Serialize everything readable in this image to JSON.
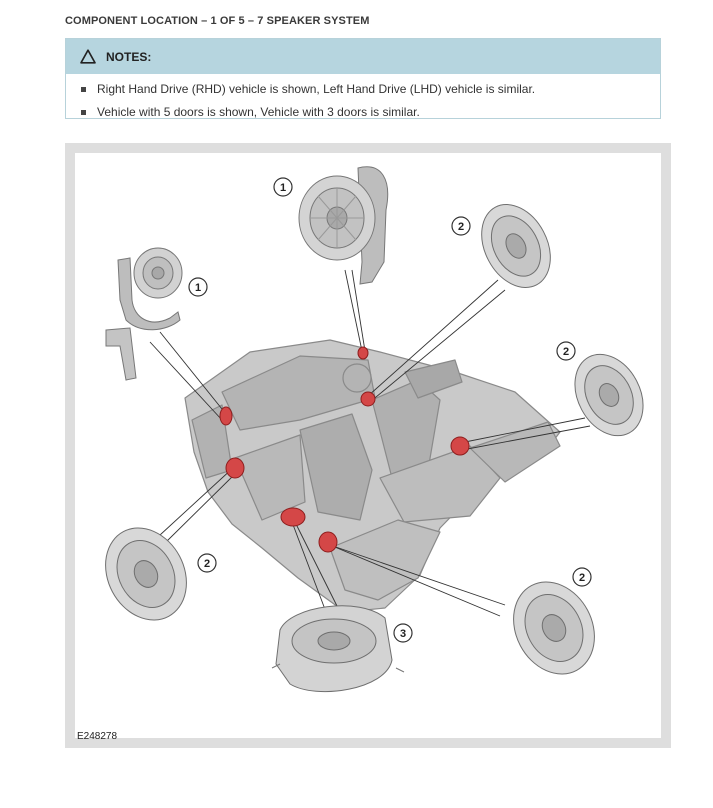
{
  "heading": "COMPONENT LOCATION – 1 OF 5 – 7 SPEAKER SYSTEM",
  "notes": {
    "title": "NOTES:",
    "items": [
      "Right Hand Drive (RHD) vehicle is shown, Left Hand Drive (LHD) vehicle is similar.",
      "Vehicle with 5 doors is shown, Vehicle with 3 doors is similar."
    ]
  },
  "figure": {
    "id": "E248278",
    "callouts": [
      "1",
      "1",
      "2",
      "2",
      "2",
      "2",
      "3"
    ]
  }
}
